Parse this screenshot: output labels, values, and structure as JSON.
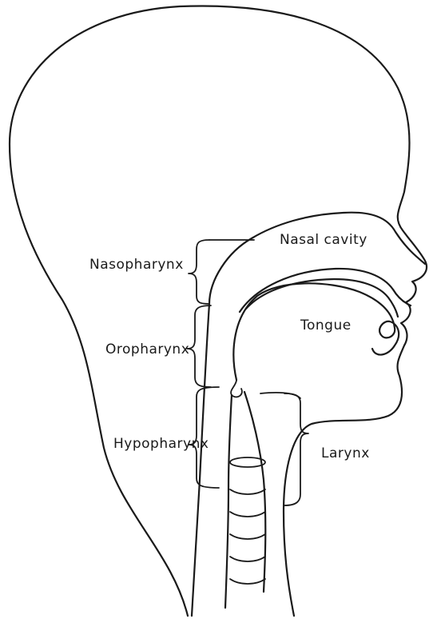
{
  "labels": {
    "nasal_cavity": "Nasal cavity",
    "nasopharynx": "Nasopharynx",
    "tongue": "Tongue",
    "oropharynx": "Oropharynx",
    "hypopharynx": "Hypopharynx",
    "larynx": "Larynx"
  },
  "colors": {
    "line": "#1a1a1a",
    "background": "#ffffff"
  }
}
